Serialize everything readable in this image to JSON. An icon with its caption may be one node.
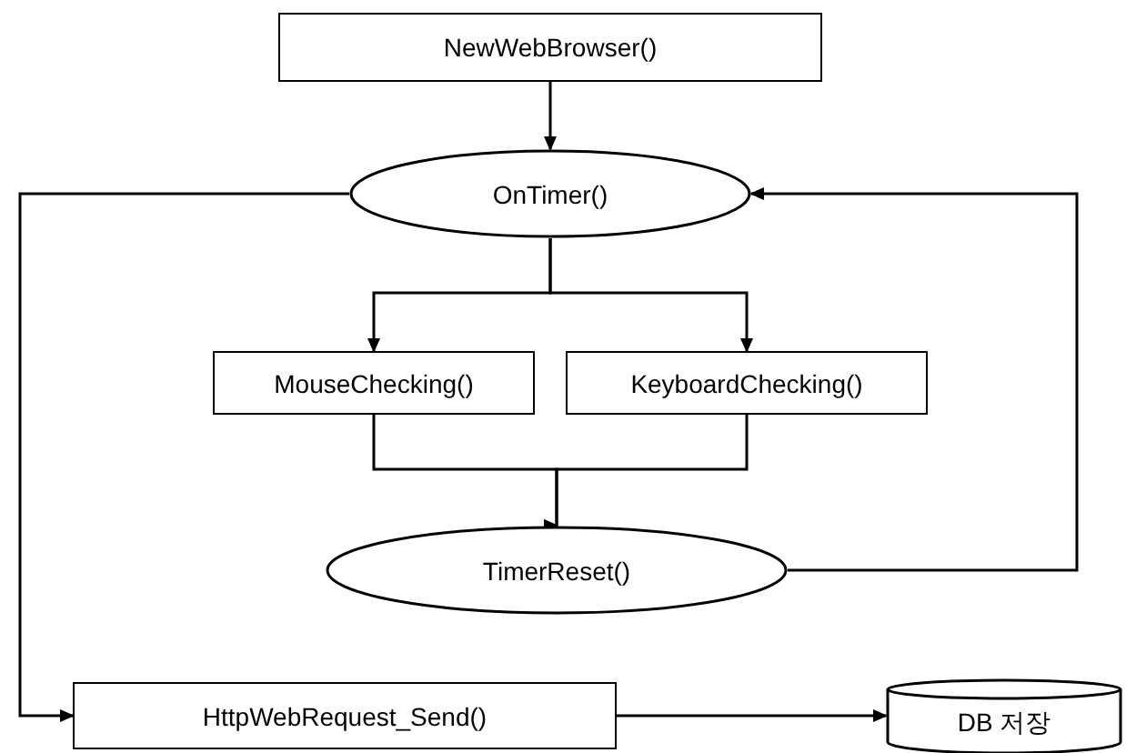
{
  "diagram": {
    "nodes": [
      {
        "text": [
          "NewWebBrowser()"
        ]
      },
      {
        "text": [
          "OnTimer()"
        ]
      },
      {
        "text": [
          "MouseChecking()"
        ]
      },
      {
        "text": [
          "KeyboardChecking()"
        ]
      },
      {
        "text": [
          "TimerReset()"
        ]
      },
      {
        "text": [
          "HttpWebRequest_Send()"
        ]
      },
      {
        "text": [
          "DB 저장"
        ]
      }
    ],
    "edges": [
      {
        "from": 0,
        "to": 1,
        "arrow": "to"
      },
      {
        "from": 1,
        "to": 2,
        "arrow": "to"
      },
      {
        "from": 1,
        "to": 3,
        "arrow": "to"
      },
      {
        "from": 2,
        "to": 4,
        "arrow": "to"
      },
      {
        "from": 3,
        "to": 4,
        "arrow": "to"
      },
      {
        "from": 4,
        "to": 1,
        "arrow": "to"
      },
      {
        "from": 1,
        "to": 5,
        "arrow": "to"
      },
      {
        "from": 5,
        "to": 6,
        "arrow": "to"
      }
    ]
  }
}
